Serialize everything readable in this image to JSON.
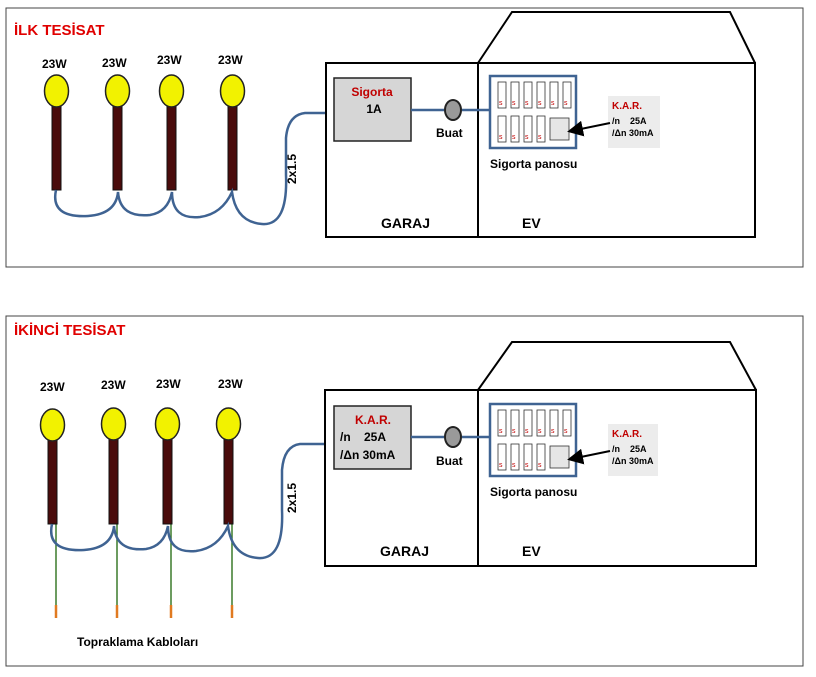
{
  "colors": {
    "title_red": "#e00000",
    "cable_blue": "#3f6392",
    "lamp_yellow": "#f2f200",
    "pole_dark": "#4a0c0c",
    "ground_green": "#3a7a2a",
    "ground_tip": "#e07a20",
    "breaker_red": "#c00000"
  },
  "panels": [
    {
      "title": "İLK TESİSAT",
      "lamps": [
        "23W",
        "23W",
        "23W",
        "23W"
      ],
      "cable": "2x1.5",
      "device": {
        "title": "Sigorta",
        "lines": [
          "1A"
        ]
      },
      "junction": "Buat",
      "panel_label": "Sigorta panosu",
      "rcd_note": {
        "title": "K.A.R.",
        "lines": [
          "/n    25A",
          "/Δn 30mA"
        ]
      },
      "garage": "GARAJ",
      "house": "EV",
      "ground_label": ""
    },
    {
      "title": "İKİNCİ TESİSAT",
      "lamps": [
        "23W",
        "23W",
        "23W",
        "23W"
      ],
      "cable": "2x1.5",
      "device": {
        "title": "K.A.R.",
        "lines": [
          "/n    25A",
          "/Δn 30mA"
        ]
      },
      "junction": "Buat",
      "panel_label": "Sigorta panosu",
      "rcd_note": {
        "title": "K.A.R.",
        "lines": [
          "/n    25A",
          "/Δn 30mA"
        ]
      },
      "garage": "GARAJ",
      "house": "EV",
      "ground_label": "Topraklama Kabloları"
    }
  ]
}
